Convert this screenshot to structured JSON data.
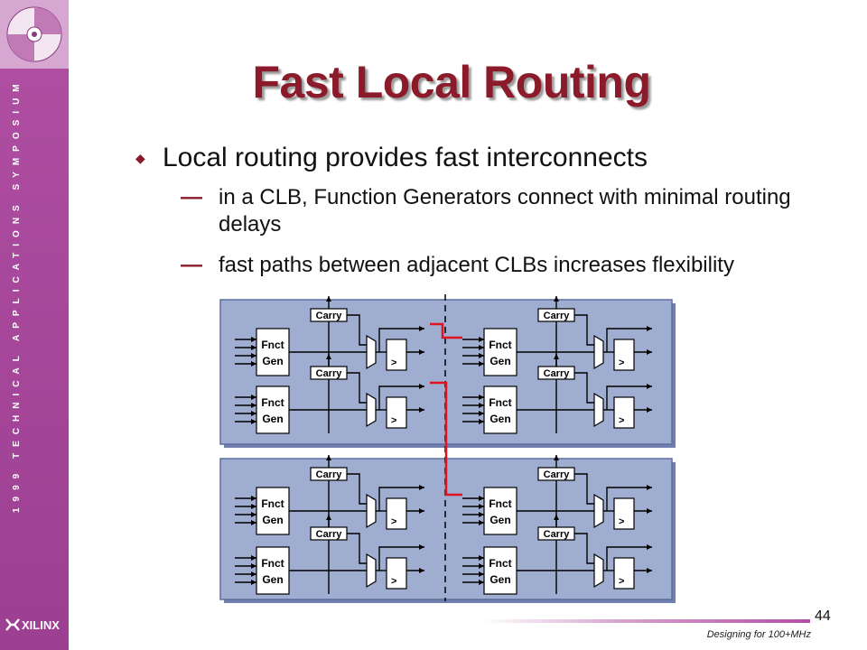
{
  "sidebar": {
    "vertical_text": "1999 TECHNICAL APPLICATIONS SYMPOSIUM",
    "logo_text": "XILINX"
  },
  "slide": {
    "title": "Fast Local Routing",
    "bullet": "Local routing provides fast interconnects",
    "subbullets": [
      "in a CLB, Function Generators connect with minimal routing delays",
      "fast paths between adjacent CLBs increases flexibility"
    ],
    "dash": "—",
    "diamond": "◆"
  },
  "diagram": {
    "fnct_gen_line1": "Fnct",
    "fnct_gen_line2": "Gen",
    "carry_label": "Carry",
    "ff_clock_mark": ">",
    "colors": {
      "clb_fill": "#9fadd0",
      "clb_border": "#5f6f9f",
      "route_red": "#e0141e",
      "wire": "#000000"
    }
  },
  "footer": {
    "text": "Designing for 100+MHz",
    "page_number": "44"
  },
  "colors": {
    "title": "#8b1a2b",
    "sidebar": "#a8479b",
    "bullet": "#8b1a2b"
  }
}
